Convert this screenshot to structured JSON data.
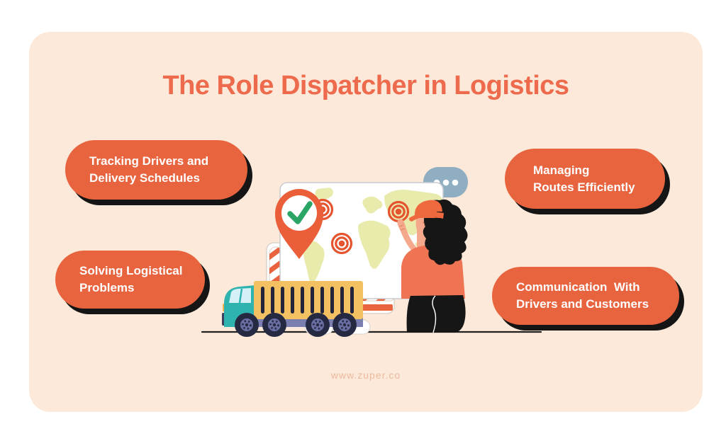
{
  "title": "The Role Dispatcher in Logistics",
  "badges": [
    {
      "id": "tracking",
      "line1": "Tracking Drivers and",
      "line2": "Delivery Schedules"
    },
    {
      "id": "managing",
      "line1": "Managing",
      "line2": "Routes Efficiently"
    },
    {
      "id": "solving",
      "line1": "Solving Logistical",
      "line2": "Problems"
    },
    {
      "id": "communication",
      "line1": "Communication  With",
      "line2": "Drivers and Customers"
    }
  ],
  "website": "www.zuper.co",
  "colors": {
    "page_background": "#FFFFFF",
    "card_background": "#FCE9D9",
    "title_text": "#EE6A4C",
    "badge_fill": "#E8643E",
    "badge_text": "#FFFFFF",
    "badge_shadow": "#151515",
    "pin_orange": "#EA5E39",
    "check_green": "#2BA565",
    "target_orange": "#E5532F",
    "map_land": "#E9EBAC",
    "truck_cab_teal": "#2FB3AE",
    "container_yellow": "#F3C161",
    "chassis_slate": "#7A7FB0",
    "wheel_dark": "#262942",
    "bubble_blue": "#8FAEC2",
    "skin_tone": "#F4A98D",
    "footer_text": "#EDBA9E"
  },
  "illustration": {
    "icons": [
      "speech-bubble-icon",
      "signboard-panel",
      "map-screen",
      "world-map-icon",
      "radar-target-icon",
      "location-pin-check-icon",
      "delivery-truck-icon",
      "dispatcher-figure"
    ]
  }
}
